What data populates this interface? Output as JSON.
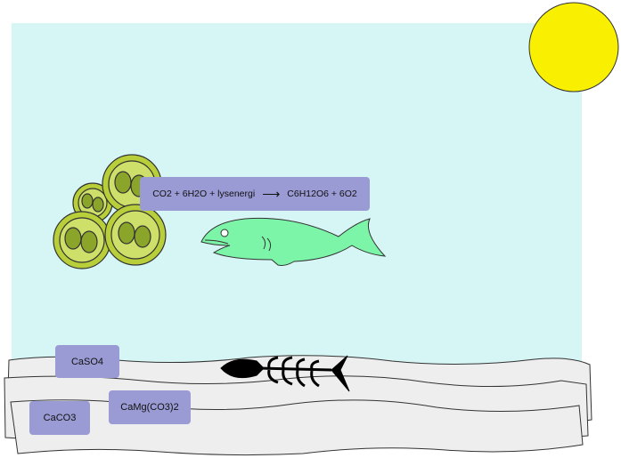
{
  "colors": {
    "water": "#d6f5f5",
    "sun": "#f8f000",
    "label_bg": "#9a9ad4",
    "algae": "#b8cf3a",
    "fish": "#7df5a8",
    "sediment": "#eeeeee"
  },
  "equation": {
    "left": "CO2 + 6H2O + lysenergi",
    "arrow": "⟶",
    "right": "C6H12O6 + 6O2"
  },
  "minerals": {
    "caso4": "CaSO4",
    "camg": "CaMg(CO3)2",
    "caco3": "CaCO3"
  }
}
